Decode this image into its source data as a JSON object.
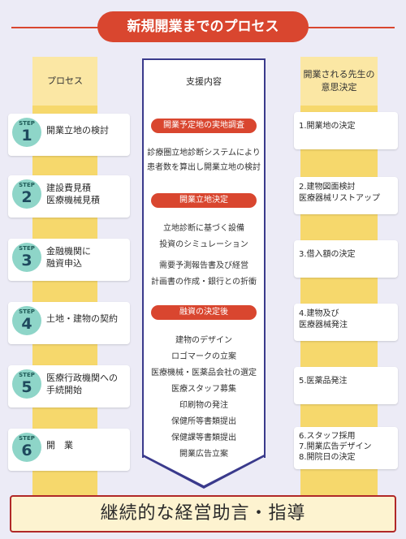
{
  "title": "新規開業までのプロセス",
  "columns": {
    "left": "プロセス",
    "center": "支援内容",
    "right": "開業される先生の\n意思決定"
  },
  "steps": [
    {
      "word": "STEP",
      "num": "1",
      "label": "開業立地の検討"
    },
    {
      "word": "STEP",
      "num": "2",
      "label": "建設費見積\n医療機械見積"
    },
    {
      "word": "STEP",
      "num": "3",
      "label": "金融機関に\n融資申込"
    },
    {
      "word": "STEP",
      "num": "4",
      "label": "土地・建物の契約"
    },
    {
      "word": "STEP",
      "num": "5",
      "label": "医療行政機関への\n手続開始"
    },
    {
      "word": "STEP",
      "num": "6",
      "label": "開　業"
    }
  ],
  "support": [
    {
      "heading": "開業予定地の実地調査",
      "text": "診療圏立地診断システムにより\n患者数を算出し開業立地の検討"
    },
    {
      "heading": "開業立地決定",
      "text": "立地診断に基づく設備\n投資のシミュレーション",
      "text2": "需要予測報告書及び経営\n計画書の作成・銀行との折衝"
    },
    {
      "heading": "融資の決定後",
      "text": "建物のデザイン\nロゴマークの立案\n医療機械・医薬品会社の選定\n医療スタッフ募集\n印刷物の発注\n保健所等書類提出\n保健課等書類提出\n開業広告立案"
    }
  ],
  "decisions": [
    "1.開業地の決定",
    "2.建物図面検討\n医療器械リストアップ",
    "3.借入額の決定",
    "4.建物及び\n医療器械発注",
    "5.医薬品発注",
    "6.スタッフ採用\n7.開業広告デザイン\n8.開院日の決定"
  ],
  "footer": "継続的な経営助言・指導",
  "colors": {
    "accent": "#d9462f",
    "band": "#f6d86c",
    "badge": "#8ed5c8",
    "navy": "#3a3a8c"
  }
}
